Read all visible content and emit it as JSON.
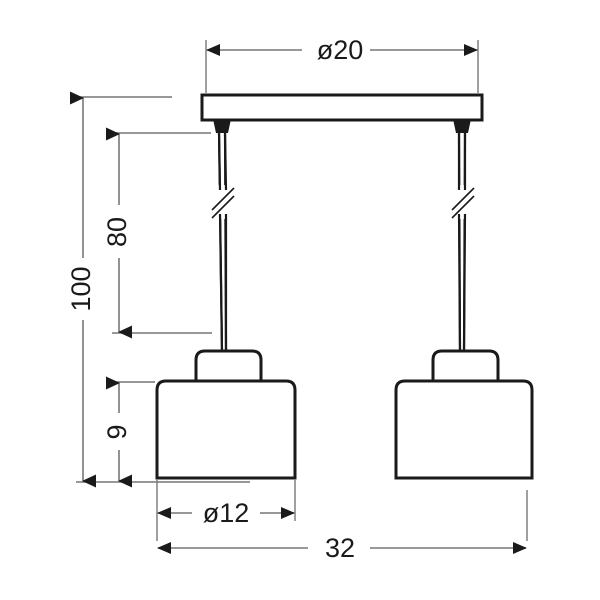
{
  "drawing": {
    "type": "technical-dimension-drawing",
    "subject": "two-light pendant lamp with rectangular ceiling bar",
    "background_color": "#ffffff",
    "line_color": "#1a1a1a",
    "dimension_line_color": "#595959",
    "units": "cm",
    "dimensions": {
      "top_width": {
        "label": "ø20",
        "value": 20,
        "orientation": "horizontal",
        "position": "top",
        "measures": "ceiling-bar-width"
      },
      "total_height": {
        "label": "100",
        "value": 100,
        "orientation": "vertical",
        "position": "left-outer",
        "measures": "overall-height"
      },
      "suspension_height": {
        "label": "80",
        "value": 80,
        "orientation": "vertical",
        "position": "left-inner-upper",
        "measures": "cable-suspension-length"
      },
      "shade_height": {
        "label": "9",
        "value": 9,
        "orientation": "vertical",
        "position": "left-inner-lower",
        "measures": "shade-height"
      },
      "shade_diameter": {
        "label": "ø12",
        "value": 12,
        "orientation": "horizontal",
        "position": "bottom-inner",
        "measures": "shade-diameter"
      },
      "total_width": {
        "label": "32",
        "value": 32,
        "orientation": "horizontal",
        "position": "bottom-outer",
        "measures": "overall-width"
      }
    },
    "parts": {
      "ceiling_bar": {
        "name": "ceiling-mount-bar",
        "count": 1
      },
      "cable_nub": {
        "name": "cable-exit-nub",
        "count": 2
      },
      "cable": {
        "name": "suspension-cable",
        "count": 2
      },
      "break_mark": {
        "name": "cable-break-mark",
        "count": 2
      },
      "shade_cap": {
        "name": "shade-cap",
        "count": 2
      },
      "shade_body": {
        "name": "shade-body",
        "count": 2
      }
    }
  }
}
